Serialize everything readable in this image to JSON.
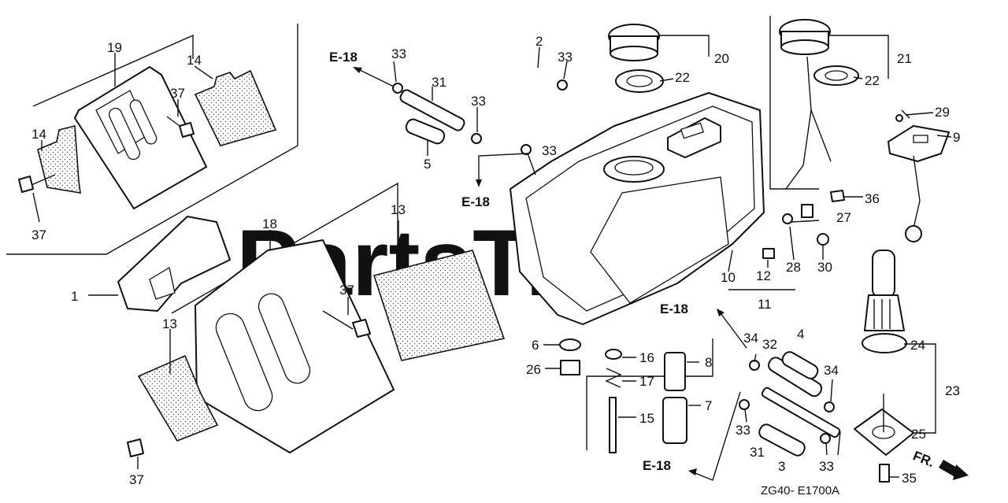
{
  "watermark": "PartsTree",
  "drawing_code": "ZG40- E1700A",
  "direction_label": "FR.",
  "ref_labels": {
    "e18_top": "E-18",
    "e18_mid": "E-18",
    "e18_right": "E-18",
    "e18_bottom": "E-18"
  },
  "callouts": {
    "p1": "1",
    "p2": "2",
    "p3": "3",
    "p4": "4",
    "p5": "5",
    "p6": "6",
    "p7": "7",
    "p8": "8",
    "p9": "9",
    "p10": "10",
    "p11": "11",
    "p12": "12",
    "p13a": "13",
    "p13b": "13",
    "p14a": "14",
    "p14b": "14",
    "p15": "15",
    "p16": "16",
    "p17": "17",
    "p18": "18",
    "p19": "19",
    "p20": "20",
    "p21": "21",
    "p22a": "22",
    "p22b": "22",
    "p23": "23",
    "p24": "24",
    "p25": "25",
    "p26": "26",
    "p27": "27",
    "p28": "28",
    "p29": "29",
    "p30": "30",
    "p31a": "31",
    "p31b": "31",
    "p32": "32",
    "p33a": "33",
    "p33b": "33",
    "p33c": "33",
    "p33d": "33",
    "p33e": "33",
    "p33f": "33",
    "p34a": "34",
    "p34b": "34",
    "p35": "35",
    "p36": "36",
    "p37a": "37",
    "p37b": "37",
    "p37c": "37",
    "p37d": "37"
  }
}
